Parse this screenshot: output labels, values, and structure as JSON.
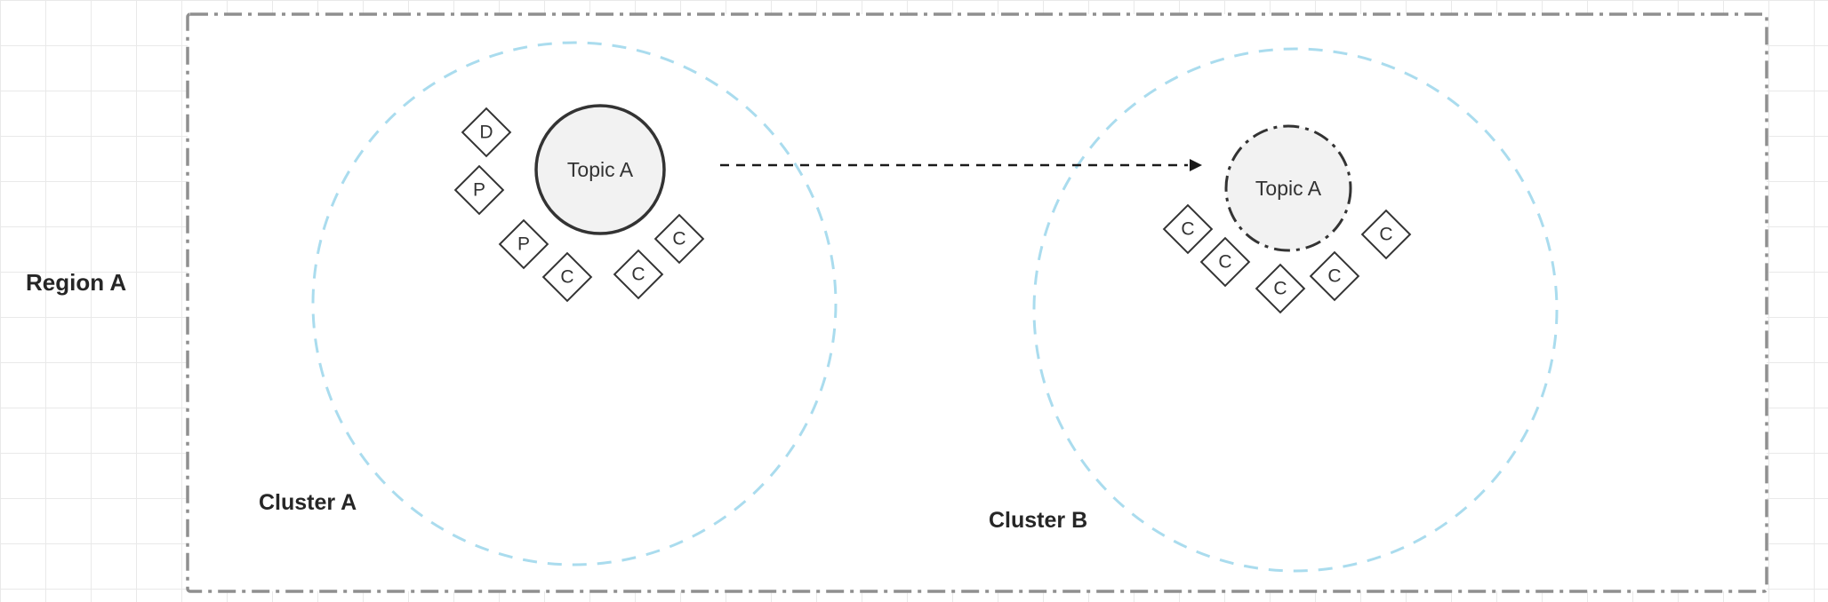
{
  "region": {
    "label": "Region A"
  },
  "clusters": {
    "a": {
      "label": "Cluster A",
      "topic": "Topic A",
      "nodes": [
        "D",
        "P",
        "P",
        "C",
        "C",
        "C"
      ]
    },
    "b": {
      "label": "Cluster B",
      "topic": "Topic A",
      "nodes": [
        "C",
        "C",
        "C",
        "C",
        "C"
      ]
    }
  },
  "connection": {
    "type": "dashed-arrow",
    "from": "Topic A (Cluster A)",
    "to": "Topic A (Cluster B)"
  },
  "colors": {
    "background": "#ffffff",
    "grid_line": "#e9e9e9",
    "region_boundary": "#8f8f8f",
    "cluster_boundary": "#aadcee",
    "shape_stroke": "#333333",
    "topic_fill": "#f2f2f2",
    "text": "#262626"
  }
}
